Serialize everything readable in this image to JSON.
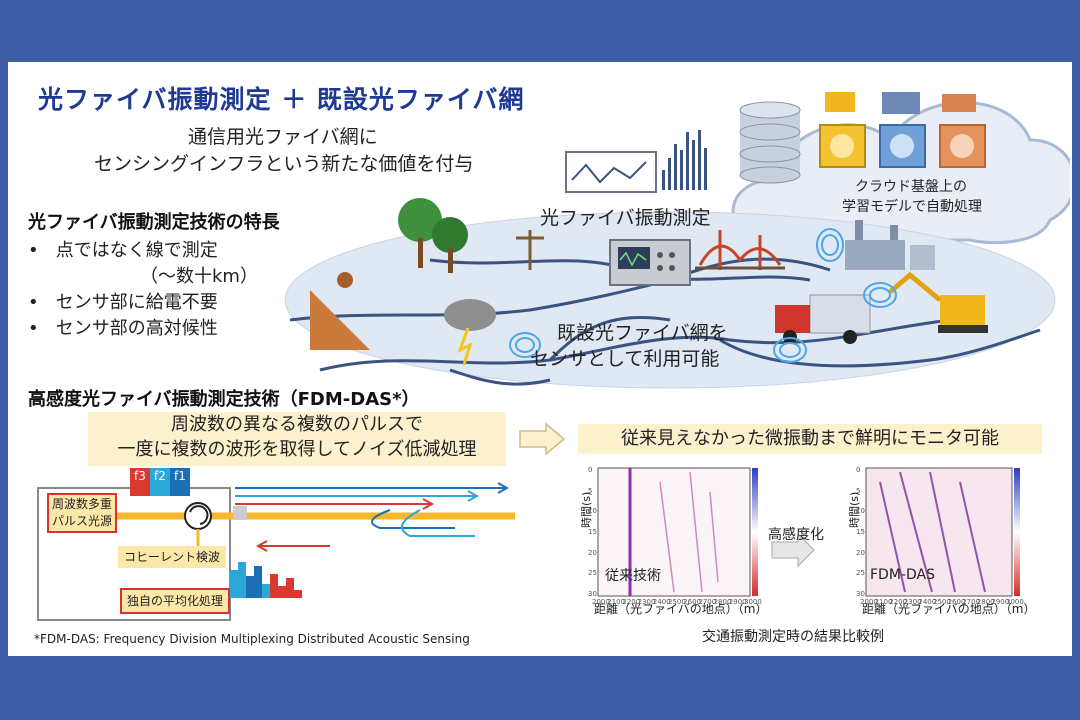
{
  "title": "光ファイバ振動測定 ＋ 既設光ファイバ網",
  "subtitle": [
    "通信用光ファイバ網に",
    "センシングインフラという新たな価値を付与"
  ],
  "features": {
    "heading": "光ファイバ振動測定技術の特長",
    "items": [
      "点ではなく線で測定",
      "（～数十km）",
      "センサ部に給電不要",
      "センサ部の高対候性"
    ]
  },
  "map": {
    "instrument_label": "光ファイバ振動測定",
    "network_label": [
      "既設光ファイバ網を",
      "センサとして利用可能"
    ],
    "cloud_label": [
      "クラウド基盤上の",
      "学習モデルで自動処理"
    ]
  },
  "fdm": {
    "heading": "高感度光ファイバ振動測定技術（FDM-DAS*）",
    "description": [
      "周波数の異なる複数のパルスで",
      "一度に複数の波形を取得してノイズ低減処理"
    ],
    "result": "従来見えなかった微振動まで鮮明にモニタ可能",
    "freq_labels": [
      "f3",
      "f2",
      "f1"
    ],
    "source_label": [
      "周波数多重",
      "パルス光源"
    ],
    "coherent_label": "コヒーレント検波",
    "avg_label": "独自の平均化処理",
    "footnote": "*FDM-DAS: Frequency Division Multiplexing Distributed Acoustic Sensing"
  },
  "comparison": {
    "left_label": "従来技術",
    "right_label": "FDM-DAS",
    "arrow_label": "高感度化",
    "ylabel": "時間(s)",
    "xlabel": "距離（光ファイバの地点）（m）",
    "x_ticks": [
      "2000",
      "2100",
      "2200",
      "2300",
      "2400",
      "2500",
      "2600",
      "2700",
      "2800",
      "2900",
      "3000"
    ],
    "y_ticks": [
      "0",
      "5",
      "10",
      "15",
      "20",
      "25",
      "30"
    ],
    "caption": "交通振動測定時の結果比較例"
  },
  "colors": {
    "header_band": "#3e5fa8",
    "title_blue": "#1f3a93",
    "highlight": "#fdf0cc",
    "red_box": "#d43434",
    "fiber_orange": "#f6b82a"
  }
}
